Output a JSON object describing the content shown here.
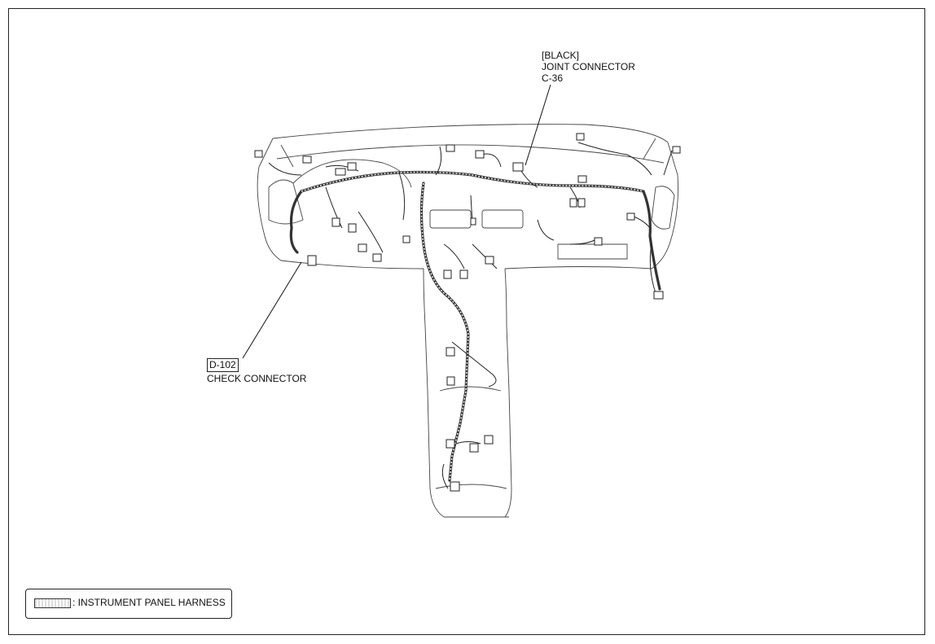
{
  "callouts": {
    "joint_connector": {
      "color": "[BLACK]",
      "name": "JOINT CONNECTOR",
      "code": "C-36"
    },
    "check_connector": {
      "code": "D-102",
      "name": "CHECK CONNECTOR"
    }
  },
  "legend": {
    "text": ": INSTRUMENT PANEL HARNESS"
  }
}
